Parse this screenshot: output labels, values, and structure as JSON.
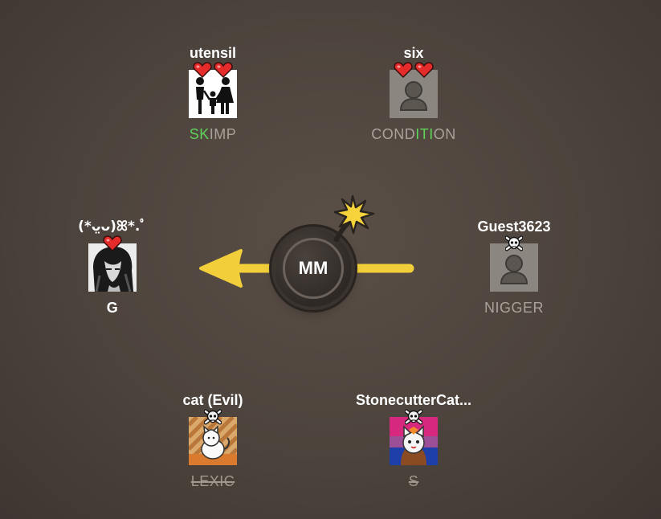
{
  "bomb": {
    "syllable": "MM"
  },
  "players": [
    {
      "key": "utensil",
      "name": "utensil",
      "lives": 2,
      "avatar_icon": "family-icon",
      "word_parts": [
        {
          "text": "SK",
          "highlight": true
        },
        {
          "text": "IMP",
          "highlight": false
        }
      ]
    },
    {
      "key": "six",
      "name": "six",
      "lives": 2,
      "avatar_icon": "default-user-icon",
      "word_parts": [
        {
          "text": "COND",
          "highlight": false
        },
        {
          "text": "ITI",
          "highlight": true
        },
        {
          "text": "ON",
          "highlight": false
        }
      ]
    },
    {
      "key": "kaomoji",
      "name": "(*ᴗ̤ᴗ)ꕤ*.ﾟ",
      "lives": 1,
      "avatar_icon": "anime-girl-portrait-icon",
      "current": true,
      "word_parts": [
        {
          "text": "G",
          "highlight": false
        }
      ]
    },
    {
      "key": "guest3623",
      "name": "Guest3623",
      "lives": 0,
      "avatar_icon": "default-user-icon",
      "word_parts": [
        {
          "text": "NIGGER",
          "highlight": false
        }
      ]
    },
    {
      "key": "cat",
      "name": "cat (Evil)",
      "lives": 0,
      "avatar_icon": "white-cat-icon",
      "dead": true,
      "word_parts": [
        {
          "text": "LEXIC",
          "highlight": false
        }
      ]
    },
    {
      "key": "stonecutter",
      "name": "StonecutterCat...",
      "lives": 0,
      "avatar_icon": "cat-pride-flag-icon",
      "dead": true,
      "word_parts": [
        {
          "text": "S",
          "highlight": false
        }
      ]
    }
  ],
  "colors": {
    "background": "#4c433c",
    "arrow": "#f2cf3a",
    "heart": "#e62b2b",
    "highlight": "#5fd35a",
    "word": "#a9a29b"
  }
}
